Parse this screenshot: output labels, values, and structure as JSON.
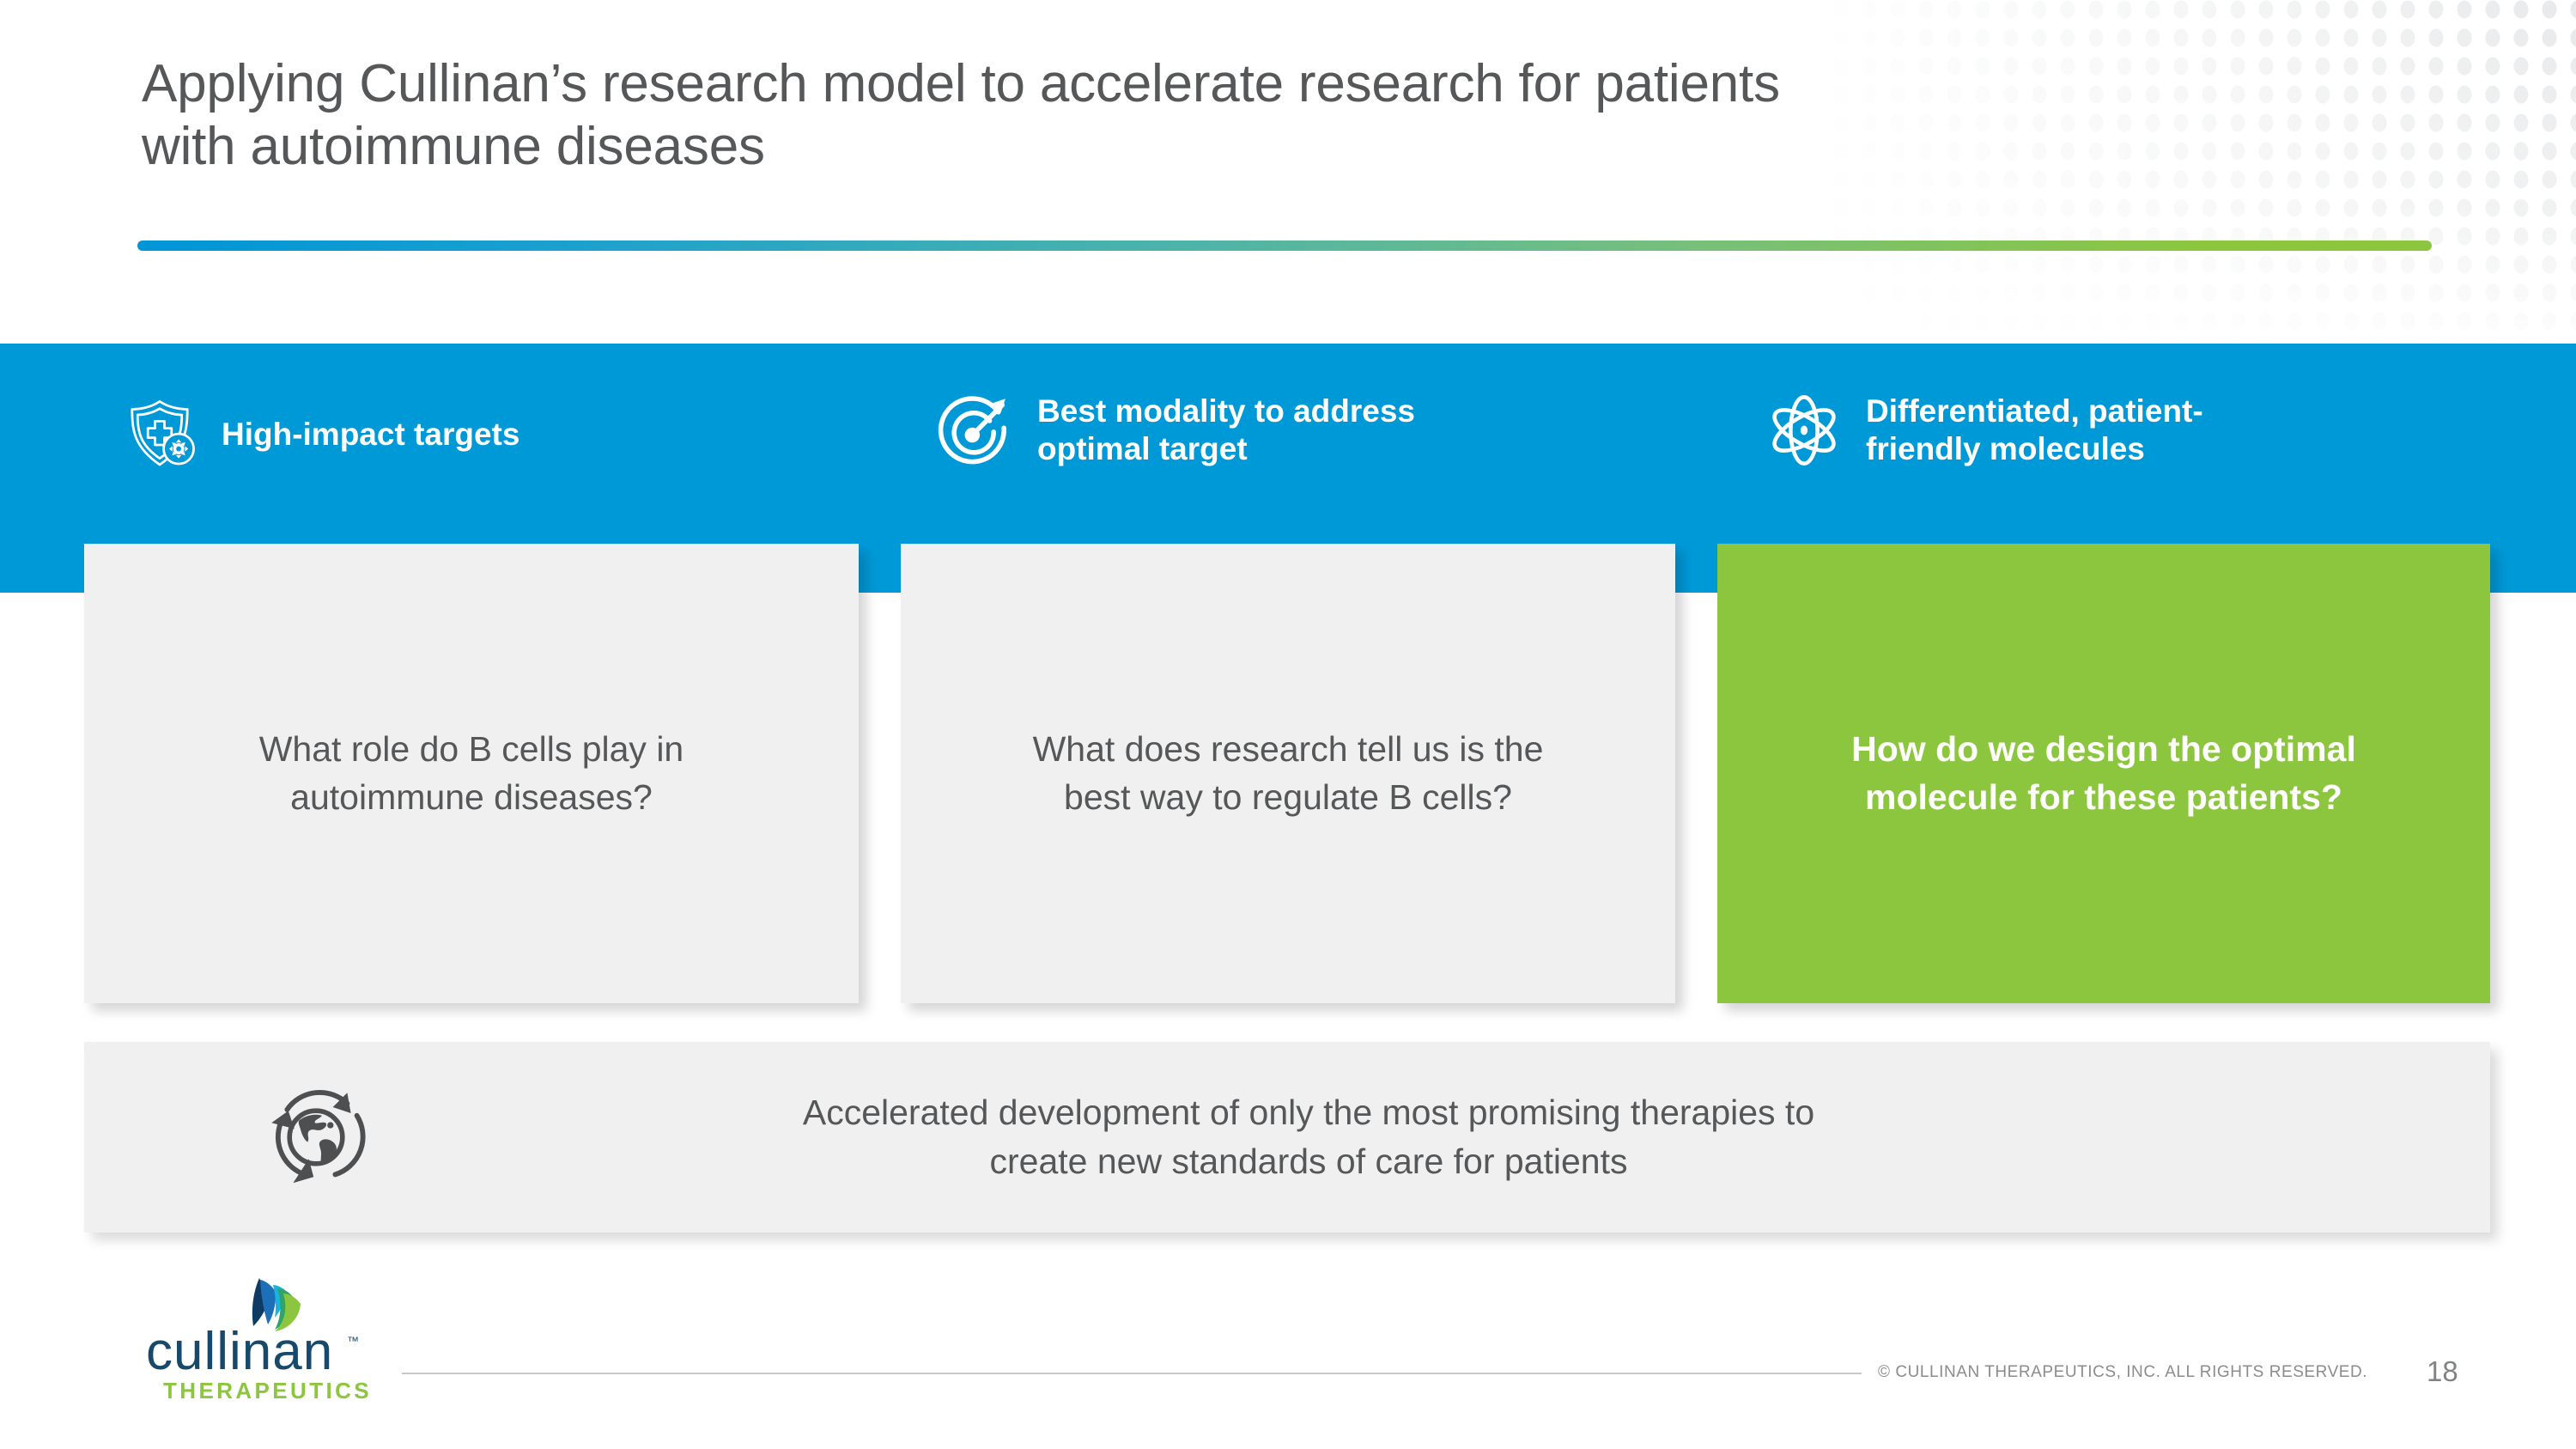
{
  "slide": {
    "title": "Applying Cullinan’s research model to accelerate research for patients\nwith autoimmune diseases",
    "page_number": "18",
    "copyright": "© CULLINAN THERAPEUTICS, INC. ALL RIGHTS RESERVED."
  },
  "colors": {
    "brand_blue": "#0099d8",
    "brand_green": "#8cc63f",
    "card_grey": "#f0f0f0",
    "text_grey": "#555759",
    "logo_navy": "#16496b",
    "rule_gradient_start": "#0095d6",
    "rule_gradient_end": "#8cc63f"
  },
  "columns": [
    {
      "icon": "shield-medical-gear-icon",
      "header": "High-impact targets",
      "question": "What role do B cells play in\nautoimmune diseases?",
      "style": "grey"
    },
    {
      "icon": "target-arrow-icon",
      "header": "Best modality to address\noptimal target",
      "question": "What does research tell us is the\nbest way to regulate B cells?",
      "style": "grey"
    },
    {
      "icon": "atom-icon",
      "header": "Differentiated, patient-\nfriendly molecules",
      "question": "How do we design the optimal\nmolecule for these patients?",
      "style": "green"
    }
  ],
  "banner": {
    "icon": "globe-cycle-icon",
    "text": "Accelerated development of only the most promising therapies to\ncreate new standards of care for patients"
  },
  "logo": {
    "wordmark": "cullinan",
    "trademark": "™",
    "tagline": "THERAPEUTICS"
  }
}
